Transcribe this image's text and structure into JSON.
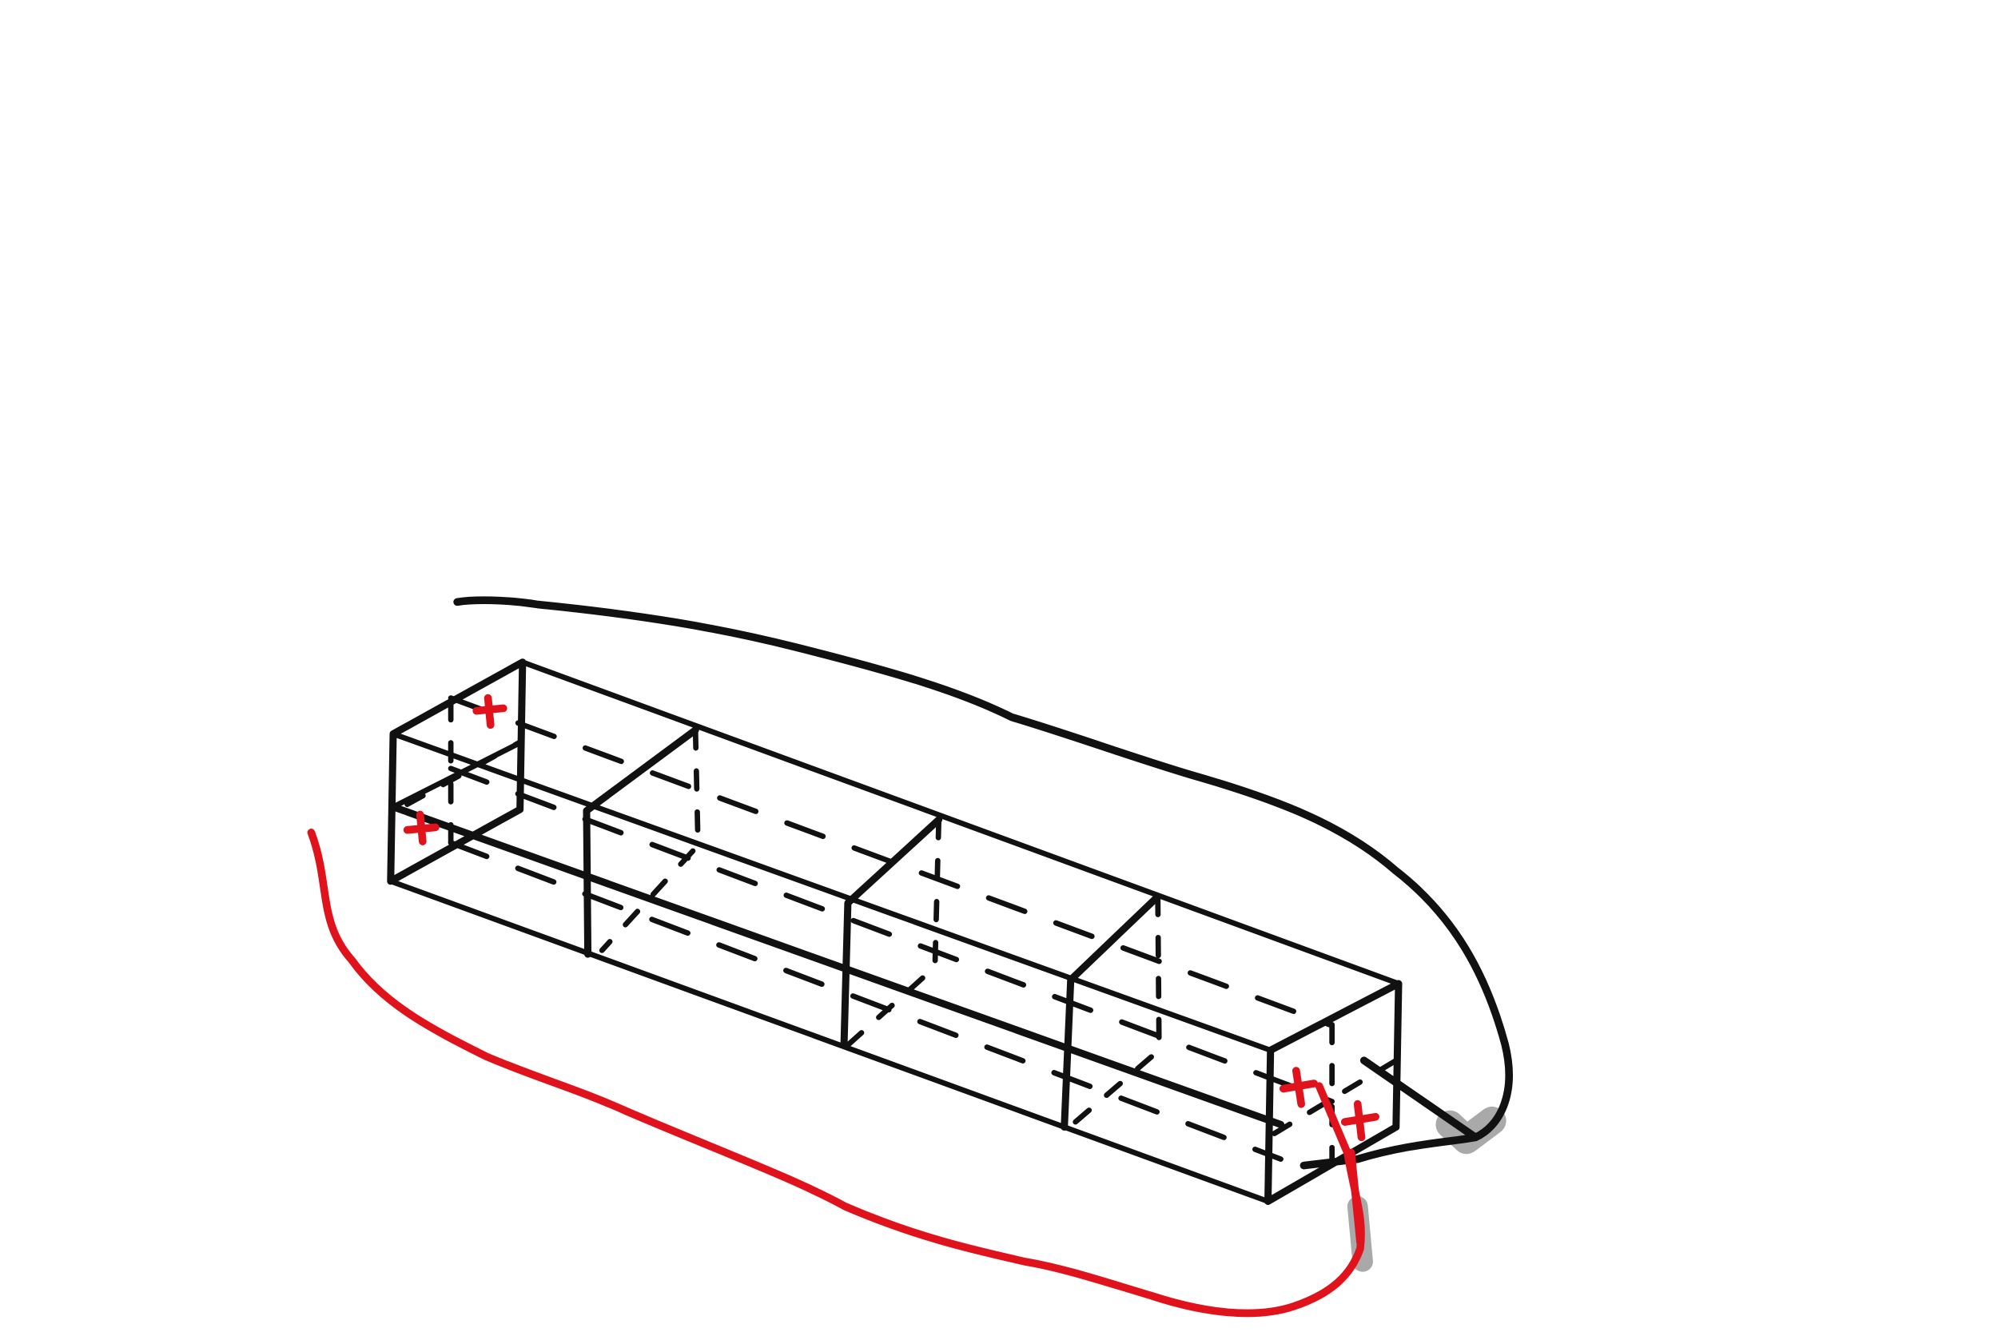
{
  "colors": {
    "background": "#ffffff",
    "ink": "#111111",
    "red_wire": "#e0121c",
    "shadow": "#9a9a9a"
  },
  "diagram": {
    "elements": [
      "box-outline",
      "section-dividers",
      "hidden-edges",
      "black-wire",
      "red-wire",
      "plus-marks"
    ],
    "box_sections": 4,
    "plus_mark_count": 4
  }
}
